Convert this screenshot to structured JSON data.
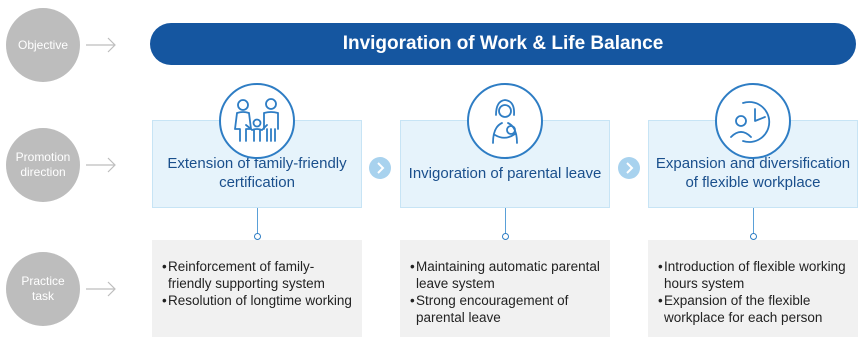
{
  "labels": {
    "objective": "Objective",
    "promotion_direction": [
      "Promotion",
      "direction"
    ],
    "practice_task": [
      "Practice",
      "task"
    ]
  },
  "objective_title": "Invigoration of Work & Life Balance",
  "directions": [
    {
      "title": "Extension of family-friendly certification",
      "icon": "family-icon"
    },
    {
      "title": "Invigoration of parental leave",
      "icon": "mother-baby-icon"
    },
    {
      "title": "Expansion and diversification of flexible workplace",
      "icon": "worker-clock-icon"
    }
  ],
  "tasks": [
    {
      "items": [
        "Reinforcement of family-friendly supporting system",
        "Resolution of longtime working"
      ]
    },
    {
      "items": [
        "Maintaining automatic parental leave system",
        "Strong encouragement of parental leave"
      ]
    },
    {
      "items": [
        "Introduction of flexible working hours system",
        "Expansion of the flexible workplace for each person"
      ]
    }
  ],
  "colors": {
    "banner": "#1556a0",
    "accent": "#2e7dc4",
    "direction_bg": "#e6f3fb",
    "task_bg": "#f1f1f1",
    "label_circle": "#bdbdbd"
  }
}
